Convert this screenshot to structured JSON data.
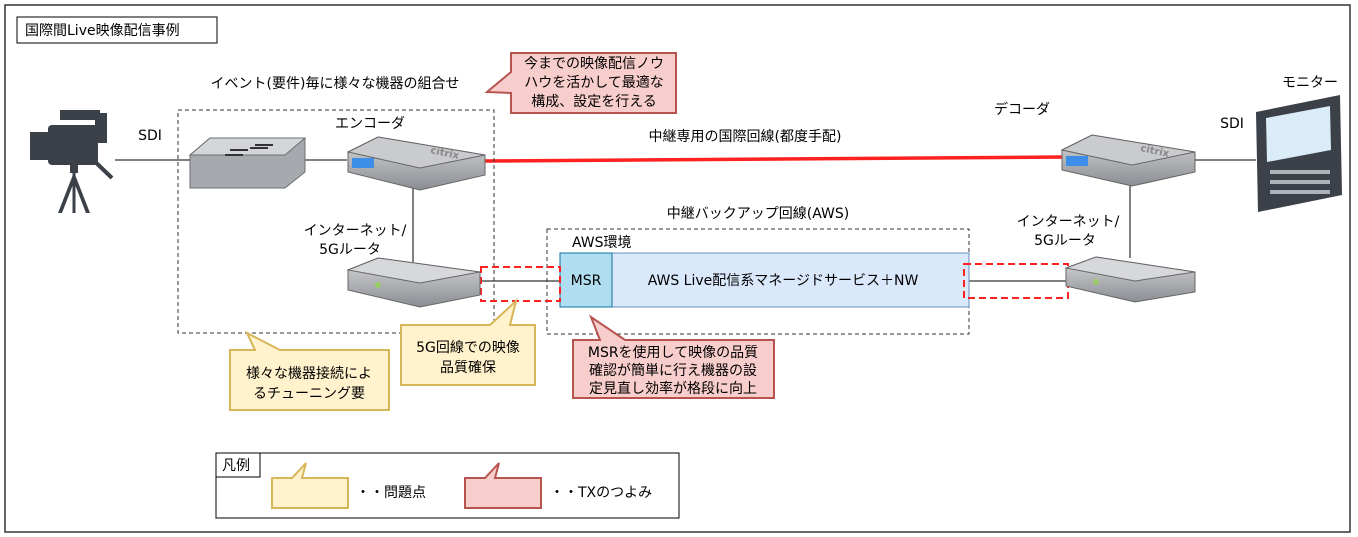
{
  "title": "国際間Live映像配信事例",
  "labels": {
    "event_combo": "イベント(要件)毎に様々な機器の組合せ",
    "encoder": "エンコーダ",
    "decoder": "デコーダ",
    "monitor": "モニター",
    "sdi_left": "SDI",
    "sdi_right": "SDI",
    "intl_line": "中継専用の国際回線(都度手配)",
    "backup_line": "中継バックアップ回線(AWS)",
    "router_left": [
      "インターネット/",
      "5Gルータ"
    ],
    "router_right": [
      "インターネット/",
      "5Gルータ"
    ],
    "aws_env": "AWS環境",
    "msr": "MSR",
    "aws_service": "AWS Live配信系マネージドサービス＋NW"
  },
  "callouts": {
    "know_how": [
      "今までの映像配信ノウ",
      "ハウを活かして最適な",
      "構成、設定を行える"
    ],
    "tuning": [
      "様々な機器接続によ",
      "るチューニング要"
    ],
    "quality_5g": [
      "5G回線での映像",
      "品質確保"
    ],
    "msr_benefit": [
      "MSRを使用して映像の品質",
      "確認が簡単に行え機器の設",
      "定見直し効率が格段に向上"
    ]
  },
  "legend": {
    "title": "凡例",
    "problem": "・・問題点",
    "strength": "・・TXのつよみ"
  },
  "colors": {
    "problem_fill": "#fff2cc",
    "problem_stroke": "#d6b656",
    "strength_fill": "#f8cecc",
    "strength_stroke": "#b85450",
    "intl_line": "#ff0000",
    "aws_fill": "#dae8fc",
    "msr_fill": "#b1ddf0"
  }
}
